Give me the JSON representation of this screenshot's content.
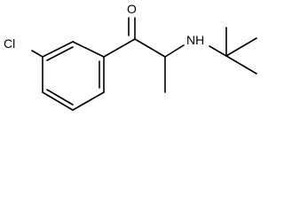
{
  "molecule": {
    "atoms": {
      "oxygen": "O",
      "chlorine": "Cl",
      "amine": "NH"
    }
  },
  "colors": {
    "bond": "#000000",
    "background": "#ffffff"
  }
}
